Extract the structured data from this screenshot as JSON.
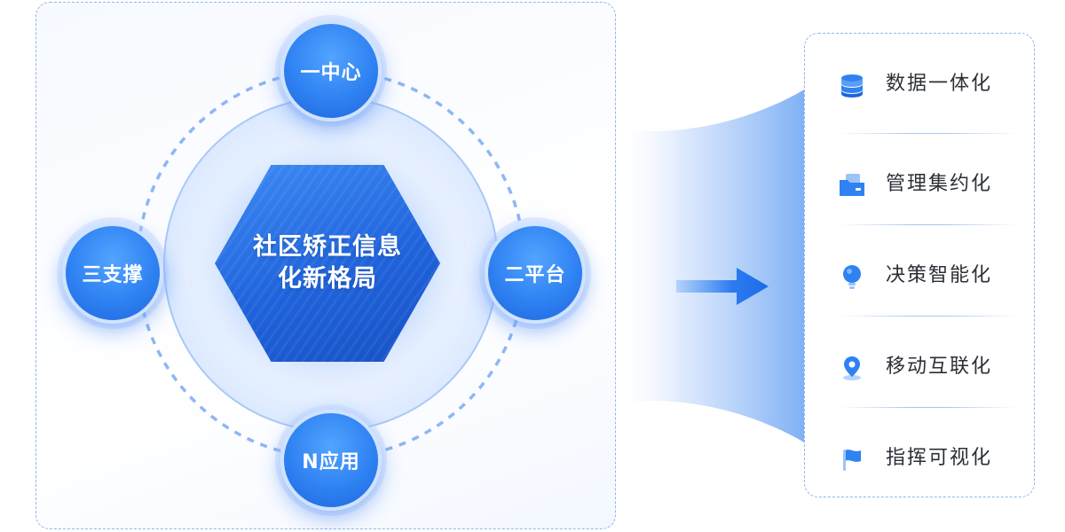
{
  "center": {
    "line1": "社区矫正信息",
    "line2": "化新格局"
  },
  "nodes": {
    "top": "一中心",
    "right": "二平台",
    "bottom": "N应用",
    "left": "三支撑"
  },
  "features": [
    {
      "label": "数据一体化",
      "icon": "database-icon"
    },
    {
      "label": "管理集约化",
      "icon": "folder-icon"
    },
    {
      "label": "决策智能化",
      "icon": "lightbulb-icon"
    },
    {
      "label": "移动互联化",
      "icon": "location-pin-icon"
    },
    {
      "label": "指挥可视化",
      "icon": "flag-icon"
    }
  ],
  "colors": {
    "primary": "#2f82f2",
    "dark_blue": "#1f63dc",
    "dashed_border": "#8fb5ee",
    "text": "#2b2f36"
  }
}
